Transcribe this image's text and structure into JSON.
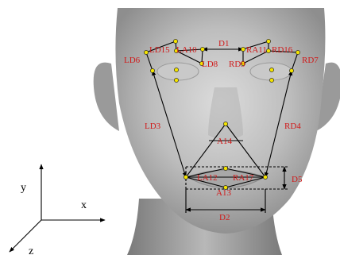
{
  "figure": {
    "labels": {
      "LD6": "LD6",
      "LD15": "LD15",
      "LA10": "LA10",
      "LD8": "LD8",
      "D1": "D1",
      "RA11": "RA11",
      "RD16": "RD16",
      "RD9": "RD9",
      "RD7": "RD7",
      "LD3": "LD3",
      "RD4": "RD4",
      "A14": "A14",
      "LA12": "LA12",
      "RA17": "RA17",
      "D5": "D5",
      "A13": "A13",
      "D2": "D2"
    },
    "axes": {
      "x": "x",
      "y": "y",
      "z": "z"
    }
  }
}
